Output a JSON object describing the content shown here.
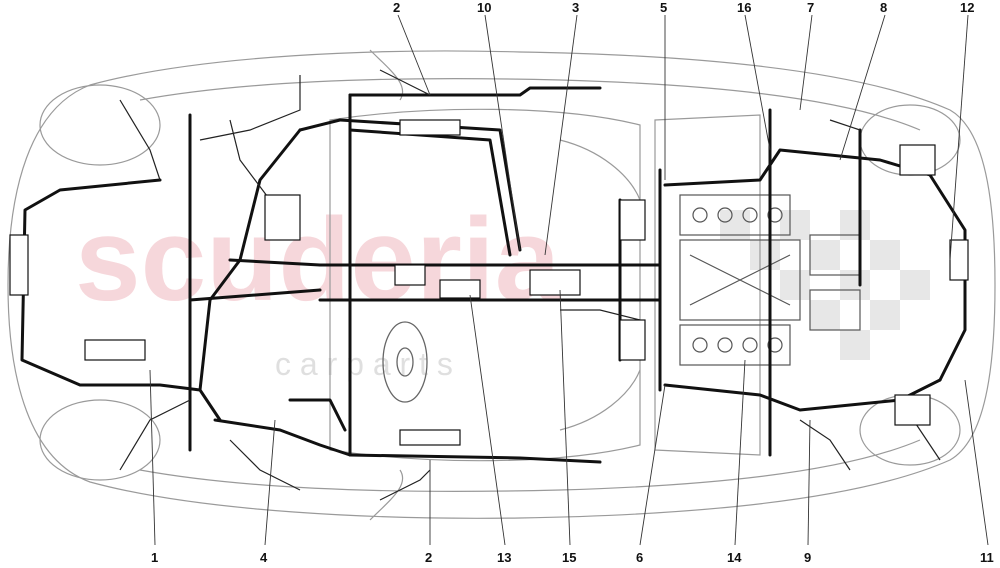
{
  "watermark": {
    "brand": "scuderia",
    "sub": "c a r p a r t s",
    "color": "#e8a0a8"
  },
  "callouts": {
    "top": [
      "2",
      "10",
      "3",
      "5",
      "16",
      "7",
      "8",
      "12"
    ],
    "bottom": [
      "1",
      "4",
      "2",
      "13",
      "15",
      "6",
      "14",
      "9",
      "11"
    ]
  },
  "colors": {
    "outline": "#9a9a9a",
    "harness": "#111111",
    "leader": "#333333"
  }
}
